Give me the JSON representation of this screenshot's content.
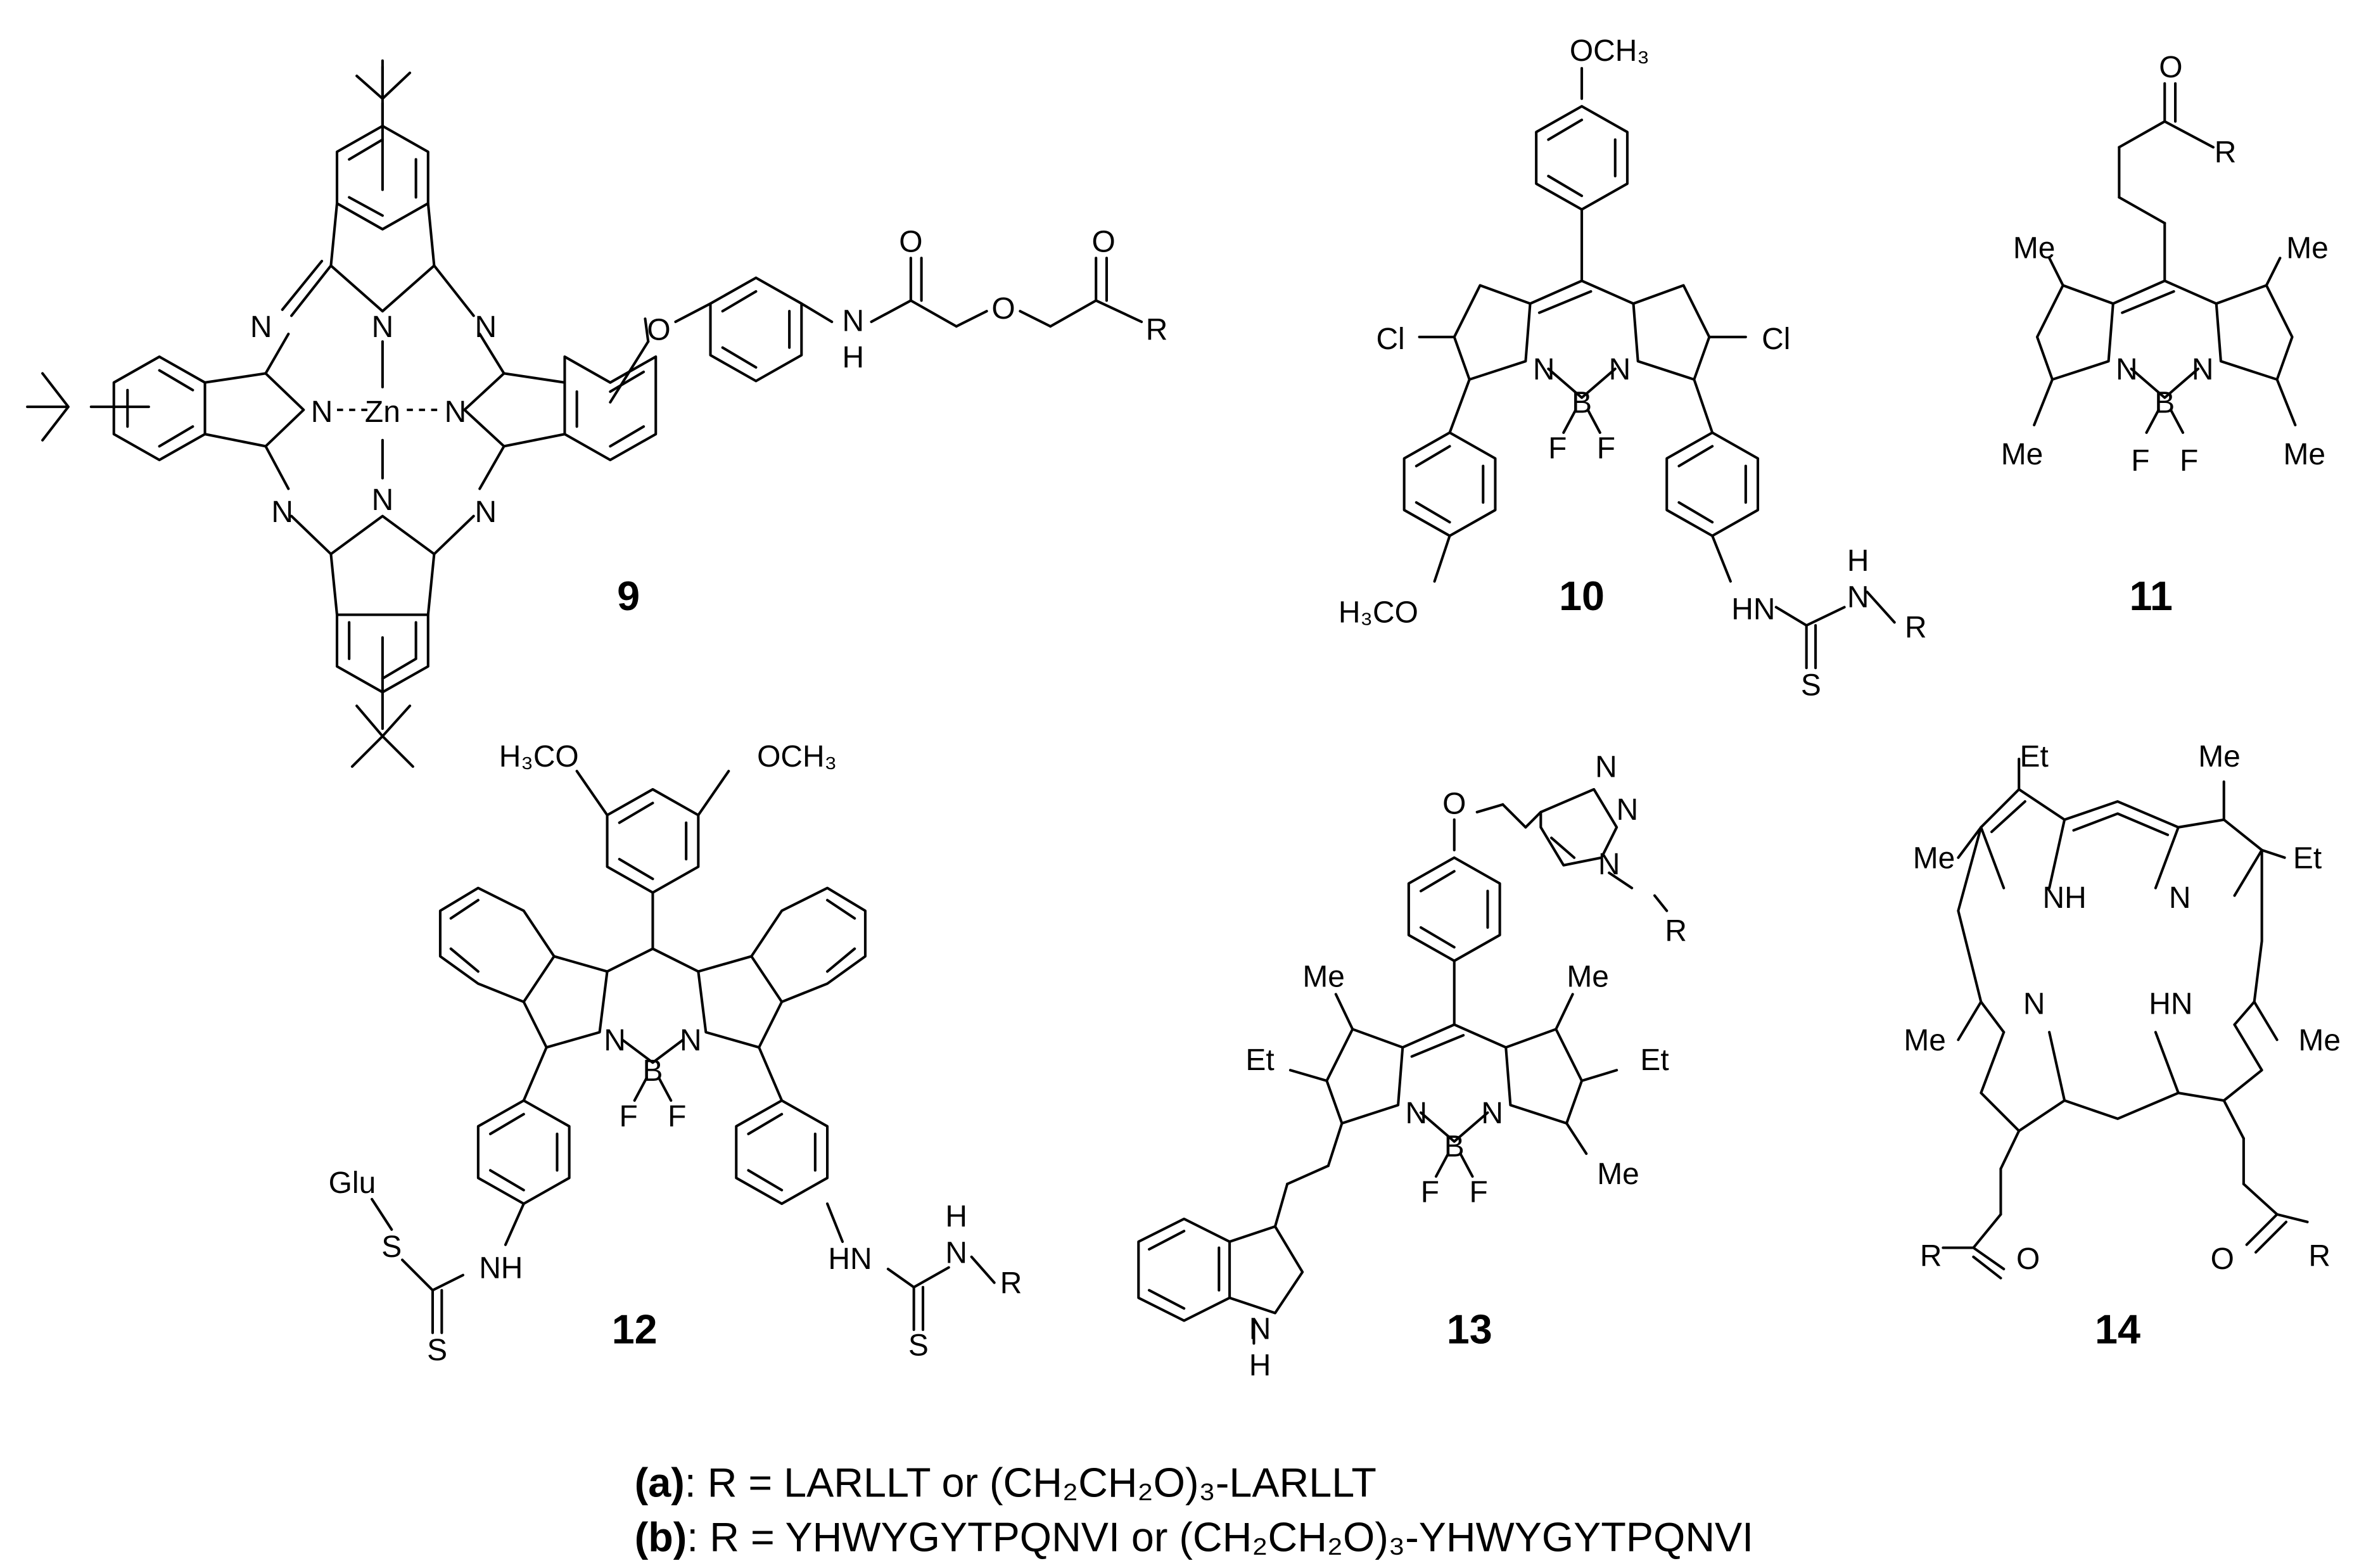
{
  "compounds": [
    {
      "number": "9"
    },
    {
      "number": "10"
    },
    {
      "number": "11"
    },
    {
      "number": "12"
    },
    {
      "number": "13"
    },
    {
      "number": "14"
    }
  ],
  "atoms": {
    "N": "N",
    "Zn": "Zn",
    "O": "O",
    "H": "H",
    "R": "R",
    "NH": "NH",
    "HN": "HN",
    "B": "B",
    "F": "F",
    "Cl": "Cl",
    "S": "S",
    "OCH3_label": "OCH₃",
    "H3CO_label": "H₃CO",
    "Me": "Me",
    "Et": "Et",
    "Glu": "Glu"
  },
  "legend": {
    "a_key": "(a)",
    "a_text": ": R = LARLLT or (CH₂CH₂O)₃-LARLLT",
    "b_key": "(b)",
    "b_text": ": R = YHWYGYTPQNVI or (CH₂CH₂O)₃-YHWYGYTPQNVI"
  }
}
